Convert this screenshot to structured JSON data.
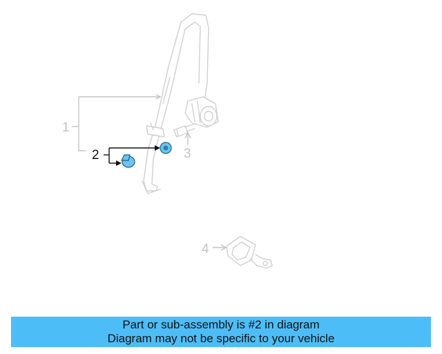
{
  "diagram": {
    "callouts": [
      {
        "id": "1",
        "label": "1",
        "state": "muted"
      },
      {
        "id": "2",
        "label": "2",
        "state": "active"
      },
      {
        "id": "3",
        "label": "3",
        "state": "muted"
      },
      {
        "id": "4",
        "label": "4",
        "state": "muted"
      }
    ],
    "highlighted_part": "2",
    "colors": {
      "ghost_line": "#cfcfcf",
      "callout_muted": "#c4c4c4",
      "callout_active": "#111111",
      "highlight_fill": "#6ec3f0",
      "highlight_stroke": "#1a5f86",
      "banner_bg": "#4dbdf7"
    }
  },
  "banner": {
    "line1": "Part or sub-assembly is #2 in diagram",
    "line2": "Diagram may not be specific to your vehicle"
  }
}
